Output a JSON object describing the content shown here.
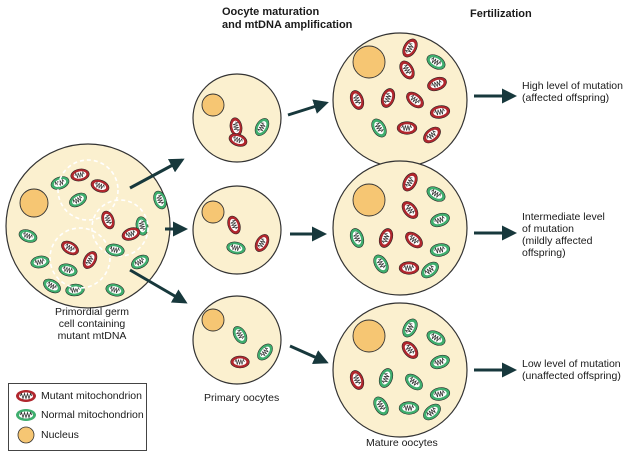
{
  "headers": {
    "maturation": [
      "Oocyte maturation",
      "and mtDNA amplification"
    ],
    "fertilization": "Fertilization"
  },
  "labels": {
    "germ_cell": [
      "Primordial germ",
      "cell containing",
      "mutant mtDNA"
    ],
    "primary": "Primary oocytes",
    "mature": "Mature oocytes",
    "outcome_high": [
      "High level of mutation",
      "(affected offspring)"
    ],
    "outcome_mid": [
      "Intermediate level",
      "of mutation",
      "(mildly affected",
      "offspring)"
    ],
    "outcome_low": [
      "Low level of mutation",
      "(unaffected offspring)"
    ]
  },
  "legend": {
    "mutant": "Mutant mitochondrion",
    "normal": "Normal mitochondrion",
    "nucleus": "Nucleus"
  },
  "colors": {
    "cell_fill": "#fbf0cf",
    "nucleus_fill": "#f6c673",
    "mutant": "#b0262d",
    "normal": "#3fae6e",
    "arrow": "#17383c"
  }
}
